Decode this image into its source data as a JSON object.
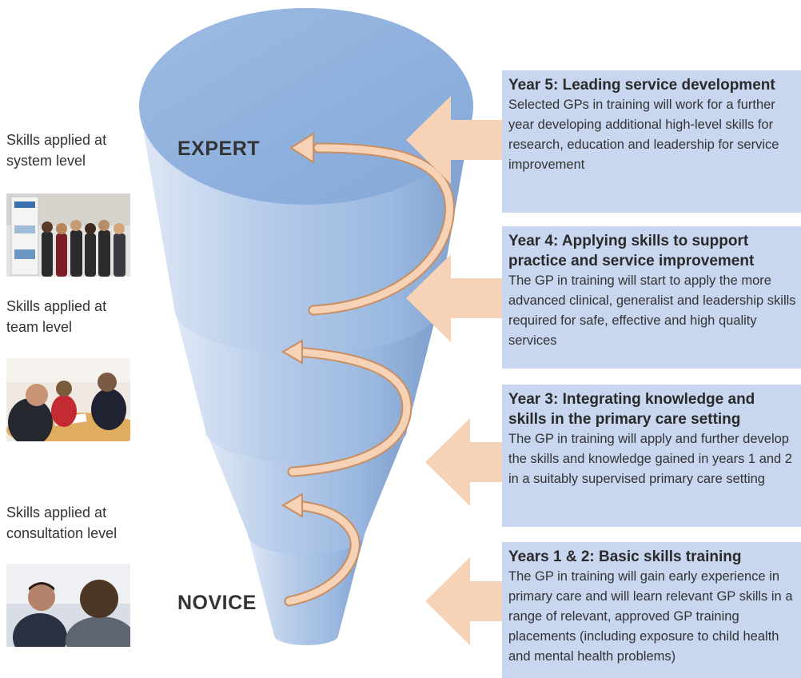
{
  "stages": {
    "top": "EXPERT",
    "bottom": "NOVICE"
  },
  "side": [
    {
      "label": "Skills applied at system level",
      "photo": "group-photo"
    },
    {
      "label": "Skills applied at team level",
      "photo": "meeting-photo"
    },
    {
      "label": "Skills applied at consultation level",
      "photo": "consultation-photo"
    }
  ],
  "panels": [
    {
      "title": "Year 5: Leading service development",
      "body": "Selected GPs in training will work for a further year developing additional high-level skills for research, education and leadership for service improvement"
    },
    {
      "title": "Year 4: Applying skills to support practice and service improvement",
      "body": "The GP in training will start to apply the more advanced clinical, generalist and leadership skills required for safe, effective and high quality services"
    },
    {
      "title": "Year 3: Integrating knowledge and skills in the primary care setting",
      "body": "The GP in training will apply and further develop the skills and knowledge gained in years 1 and 2 in a suitably supervised primary care setting"
    },
    {
      "title": "Years 1 & 2: Basic skills training",
      "body": "The GP in training will gain early experience in primary care and will learn relevant GP skills in a range of relevant, approved GP training placements (including exposure to child health and mental health problems)"
    }
  ],
  "colors": {
    "tier_top": "#8fb2de",
    "tier_side": "#a9c4e6",
    "arrow": "#f6d2b6",
    "panel": "#c8d6ef"
  }
}
